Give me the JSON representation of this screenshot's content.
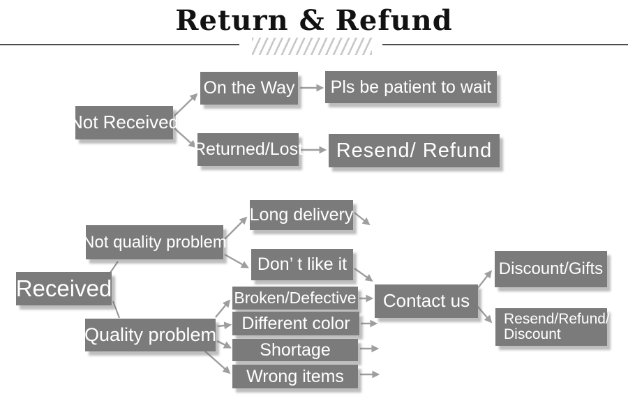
{
  "header": {
    "title": "Return & Refund"
  },
  "flow_not_received": {
    "not_received": "Not Received",
    "on_the_way": "On the Way",
    "pls_be_patient": "Pls be patient to wait",
    "returned_lost": "Returned/Lost",
    "resend_refund": "Resend/ Refund"
  },
  "flow_received": {
    "received": "Received",
    "not_quality_problem": "Not quality problem",
    "quality_problem": "Quality problem",
    "long_delivery": "Long delivery",
    "dont_like_it": "Don’ t like it",
    "broken_defective": "Broken/Defective",
    "different_color": "Different color",
    "shortage": "Shortage",
    "wrong_items": "Wrong items",
    "contact_us": "Contact us",
    "discount_gifts": "Discount/Gifts",
    "resend_refund_discount_line1": "Resend/Refund/",
    "resend_refund_discount_line2": "Discount"
  },
  "colors": {
    "node_background": "#7b7b7b",
    "node_text": "#ffffff",
    "arrow": "#9e9e9e",
    "title_text": "#121212",
    "rule_line": "#4d4d4d",
    "hatch_stripes": "#c7c7c7",
    "page_background": "#ffffff"
  }
}
